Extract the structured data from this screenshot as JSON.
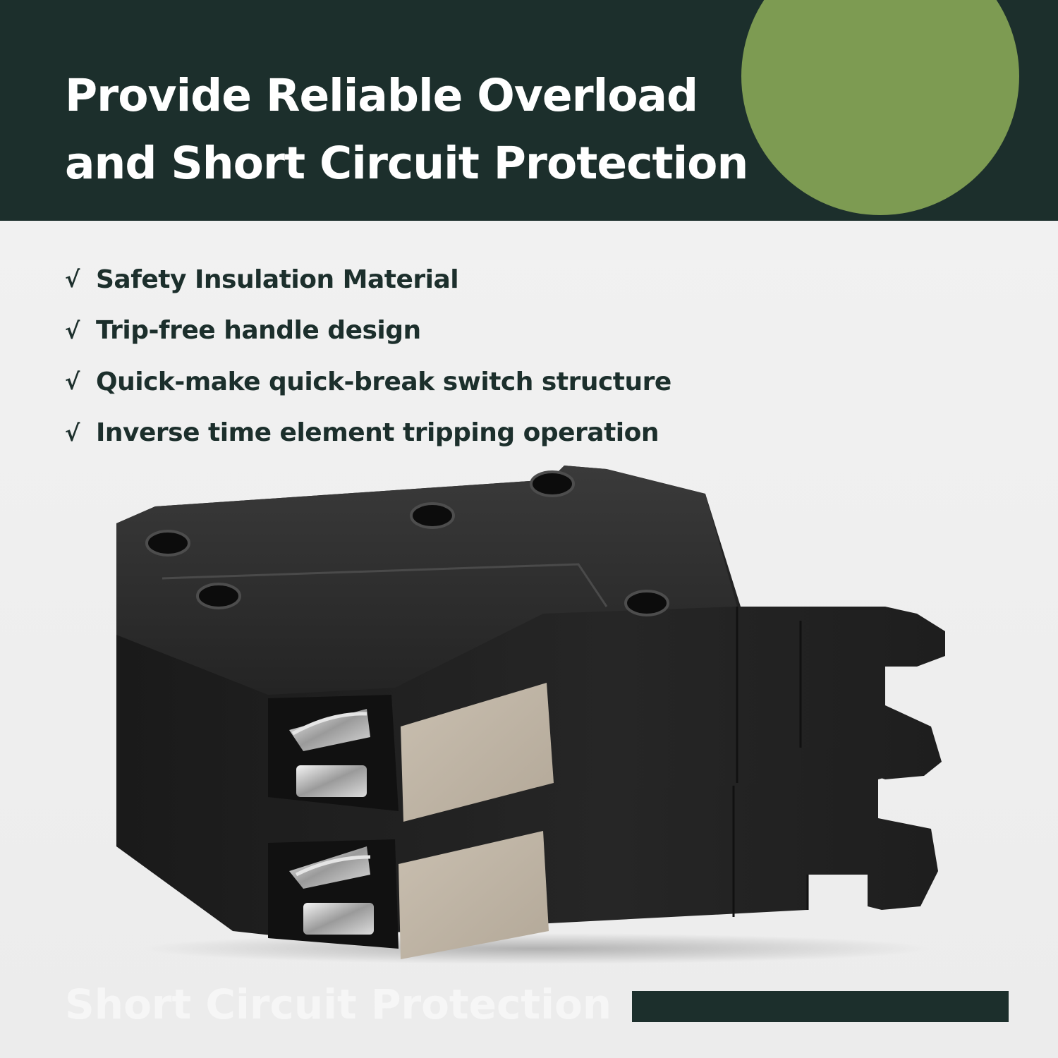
{
  "header": {
    "title_line1": "Provide Reliable Overload",
    "title_line2": "and Short Circuit Protection",
    "background_color": "#1c2f2c",
    "accent_color": "#7d9b52"
  },
  "features": [
    {
      "check": "√",
      "text": "Safety Insulation Material"
    },
    {
      "check": "√",
      "text": "Trip-free handle design"
    },
    {
      "check": "√",
      "text": "Quick-make quick-break switch structure"
    },
    {
      "check": "√",
      "text": "Inverse time element tripping operation"
    }
  ],
  "footer": {
    "watermark": "Short Circuit Protection",
    "bar_color": "#1c2f2c"
  }
}
